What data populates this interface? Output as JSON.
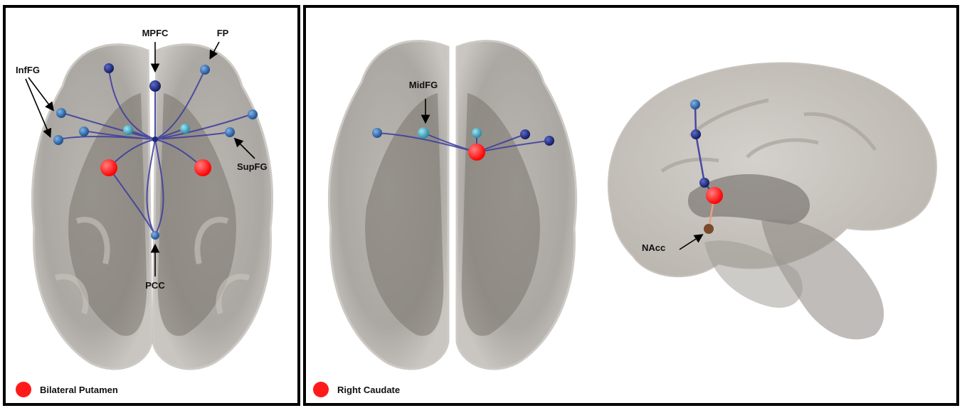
{
  "left_panel": {
    "labels": {
      "mpfc": "MPFC",
      "fp": "FP",
      "inffg": "InfFG",
      "supfg": "SupFG",
      "pcc": "PCC"
    },
    "legend": "Bilateral Putamen"
  },
  "right_panel": {
    "labels": {
      "midfg": "MidFG",
      "nacc": "NAcc"
    },
    "legend": "Right Caudate"
  },
  "colors": {
    "seed": "#ff1a1a",
    "edge": "#3b3b9e",
    "node_dark": "#1e2a78",
    "node_mid": "#2f6fb5",
    "node_light": "#3fb0c8",
    "brain": "#8c8680",
    "nacc_node": "#7a4a2a",
    "nacc_edge": "#e8a080"
  }
}
